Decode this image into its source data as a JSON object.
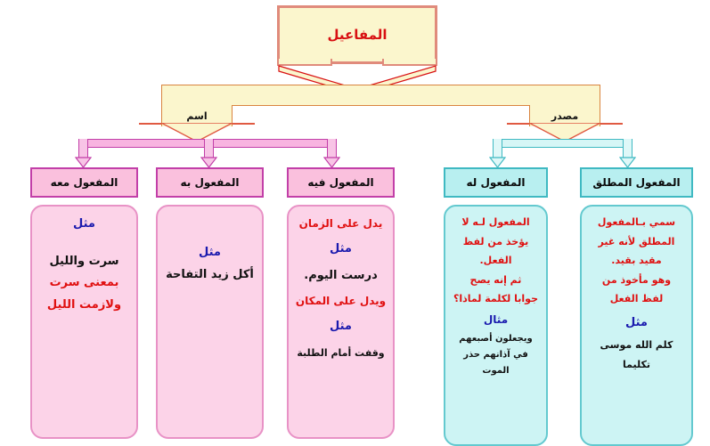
{
  "title": "المفاعيل",
  "root": {
    "label": "المفاعيل",
    "fill": "#fbf6cd",
    "border": "#e08b7c",
    "text_color": "#d81012"
  },
  "branches": [
    {
      "label": "اسم",
      "side": "left"
    },
    {
      "label": "مصدر",
      "side": "right"
    }
  ],
  "colors": {
    "pink_fill": "#fcd3e8",
    "pink_border": "#e892c6",
    "pink_header_fill": "#fac0dd",
    "pink_header_border": "#c23fa8",
    "cyan_fill": "#cdf4f4",
    "cyan_border": "#63c9cf",
    "cyan_header_fill": "#b8eff0",
    "cyan_header_border": "#3fb9c2",
    "red_text": "#e01010",
    "blue_text": "#1a1aae",
    "black_text": "#111111",
    "yellow_fill": "#fbf6cd",
    "yellow_border": "#d9843f"
  },
  "categories": [
    {
      "id": "maful-maah",
      "heading": "المفعول معه",
      "group": "اسم",
      "theme": "pink",
      "lines": [
        {
          "text": "مثل",
          "color": "blue",
          "size": 13
        },
        {
          "text": "سرت والليل",
          "color": "black",
          "size": 13
        },
        {
          "text": "بمعنى سرت",
          "color": "red",
          "size": 13
        },
        {
          "text": "ولازمت الليل",
          "color": "red",
          "size": 13
        }
      ]
    },
    {
      "id": "maful-bihi",
      "heading": "المفعول به",
      "group": "اسم",
      "theme": "pink",
      "lines": [
        {
          "text": "مثل",
          "color": "blue",
          "size": 13
        },
        {
          "text": "أكل زيد التفاحة",
          "color": "black",
          "size": 13
        }
      ]
    },
    {
      "id": "maful-fihi",
      "heading": "المفعول فيه",
      "group": "اسم",
      "theme": "pink",
      "lines": [
        {
          "text": "يدل على الزمان",
          "color": "red",
          "size": 12
        },
        {
          "text": "مثل",
          "color": "blue",
          "size": 13
        },
        {
          "text": "درست اليوم.",
          "color": "black",
          "size": 13
        },
        {
          "text": "ويدل على المكان",
          "color": "red",
          "size": 12
        },
        {
          "text": "مثل",
          "color": "blue",
          "size": 13
        },
        {
          "text": "وقفت أمام الطلبة",
          "color": "black",
          "size": 11
        }
      ]
    },
    {
      "id": "maful-lahu",
      "heading": "المفعول له",
      "group": "مصدر",
      "theme": "cyan",
      "lines": [
        {
          "text": "المفعول لـه لا",
          "color": "red",
          "size": 11
        },
        {
          "text": "يؤخذ من لفظ",
          "color": "red",
          "size": 11
        },
        {
          "text": "الفعل.",
          "color": "red",
          "size": 11
        },
        {
          "text": "ثم إنه يصح",
          "color": "red",
          "size": 11
        },
        {
          "text": "جوابا لكلمة لماذا؟",
          "color": "red",
          "size": 11
        },
        {
          "text": "مثال",
          "color": "blue",
          "size": 12
        },
        {
          "text": "ويجعلون أصبعهم",
          "color": "black",
          "size": 10
        },
        {
          "text": "في آذانهم حذر",
          "color": "black",
          "size": 10
        },
        {
          "text": "الموت",
          "color": "black",
          "size": 10
        }
      ]
    },
    {
      "id": "maful-mutlaq",
      "heading": "المفعول المطلق",
      "group": "مصدر",
      "theme": "cyan",
      "lines": [
        {
          "text": "سمي بـالمفعول",
          "color": "red",
          "size": 11
        },
        {
          "text": "المطلق لأنه غير",
          "color": "red",
          "size": 11
        },
        {
          "text": "مقيد بقيد.",
          "color": "red",
          "size": 11
        },
        {
          "text": "وهو مأخوذ من",
          "color": "red",
          "size": 11
        },
        {
          "text": "لفظ الفعل",
          "color": "red",
          "size": 11
        },
        {
          "text": "مثل",
          "color": "blue",
          "size": 13
        },
        {
          "text": "كلم الله موسى",
          "color": "black",
          "size": 11
        },
        {
          "text": "تكليما",
          "color": "black",
          "size": 11
        }
      ]
    }
  ]
}
